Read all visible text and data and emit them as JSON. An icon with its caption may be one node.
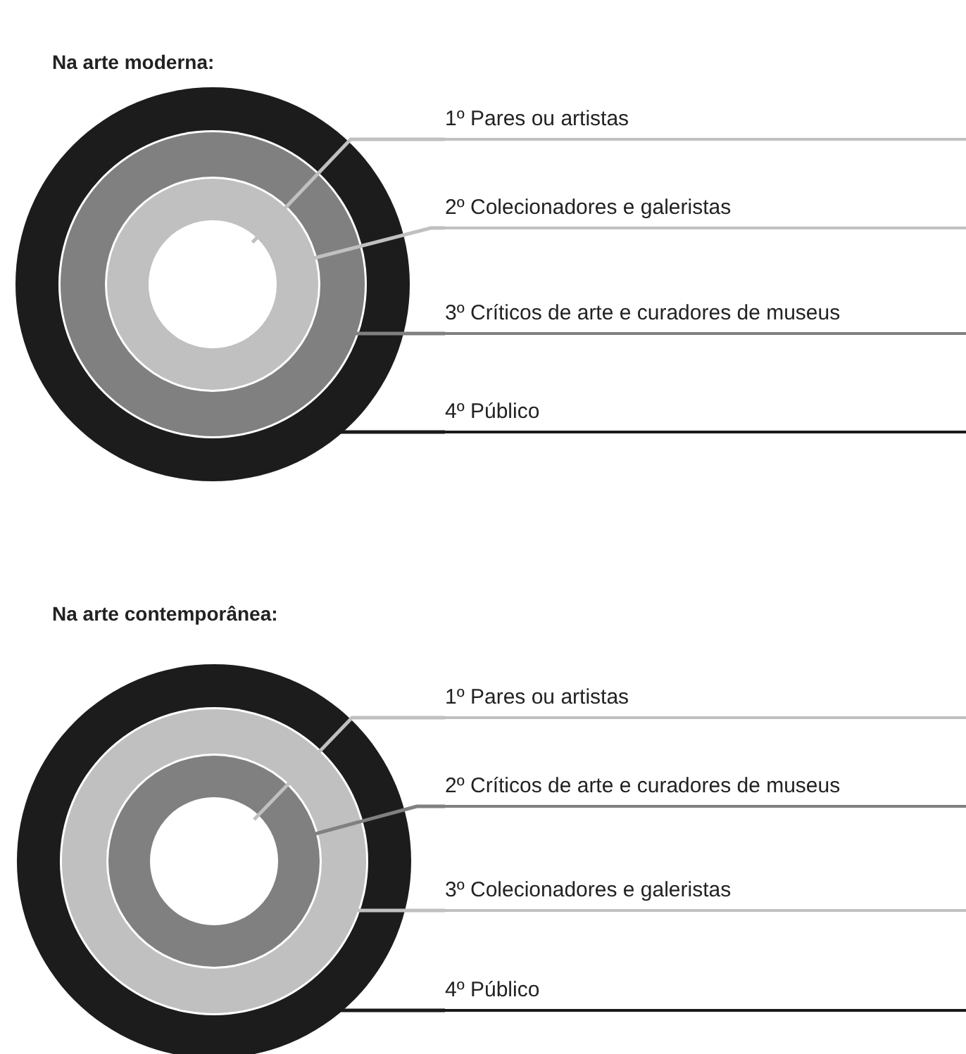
{
  "diagram": {
    "nodes": [
      {
        "text": [],
        "shape": "circle"
      },
      {
        "text": [],
        "shape": "circle",
        "in": 0
      },
      {
        "text": [],
        "shape": "circle",
        "in": 1
      },
      {
        "text": [],
        "shape": "circle",
        "in": 2
      },
      {
        "text": [
          "1º Pares ou artistas"
        ]
      },
      {
        "text": [
          "2º Colecionadores e galeristas"
        ]
      },
      {
        "text": [
          "3º Críticos de arte e curadores de museus"
        ]
      },
      {
        "text": [
          "4º Público"
        ]
      },
      {
        "text": [],
        "shape": "circle"
      },
      {
        "text": [],
        "shape": "circle",
        "in": 8
      },
      {
        "text": [],
        "shape": "circle",
        "in": 9
      },
      {
        "text": [],
        "shape": "circle",
        "in": 10
      },
      {
        "text": [
          "1º Pares ou artistas"
        ]
      },
      {
        "text": [
          "2º Críticos de arte e curadores de museus"
        ]
      },
      {
        "text": [
          "3º Colecionadores e galeristas"
        ]
      },
      {
        "text": [
          "4º Público"
        ]
      }
    ],
    "edges": [
      {
        "from": 4,
        "to": 3,
        "arrow": "none",
        "color": "#c0c0c0"
      },
      {
        "from": 5,
        "to": 2,
        "arrow": "none",
        "color": "#c0c0c0"
      },
      {
        "from": 6,
        "to": 1,
        "arrow": "none",
        "color": "#808080"
      },
      {
        "from": 7,
        "to": 0,
        "arrow": "none",
        "color": "#1a1a1a"
      },
      {
        "from": 12,
        "to": 11,
        "arrow": "none",
        "color": "#c0c0c0"
      },
      {
        "from": 13,
        "to": 10,
        "arrow": "none",
        "color": "#808080"
      },
      {
        "from": 14,
        "to": 9,
        "arrow": "none",
        "color": "#c0c0c0"
      },
      {
        "from": 15,
        "to": 8,
        "arrow": "none",
        "color": "#1a1a1a"
      }
    ],
    "labels": [
      "Na arte moderna:",
      "Na arte contemporânea:"
    ]
  }
}
